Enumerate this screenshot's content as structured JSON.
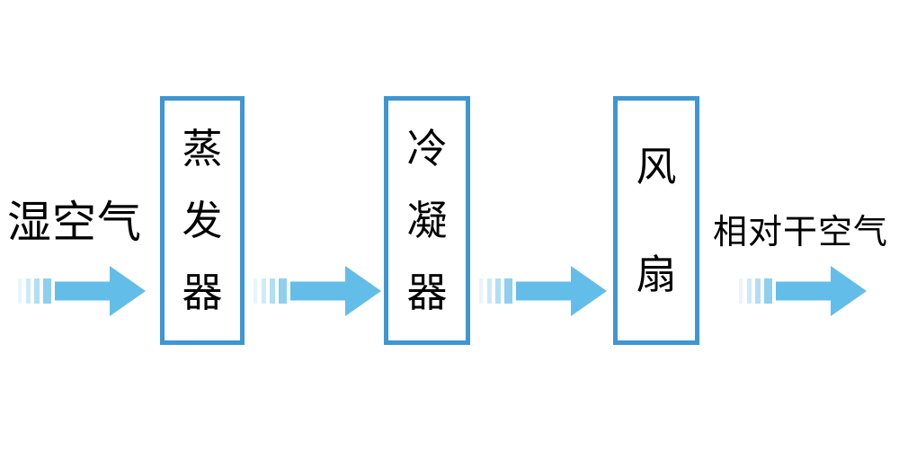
{
  "diagram": {
    "title_semantic": "air-dehumidification-process-flow",
    "input_label": "湿空气",
    "output_label": "相对干空气",
    "boxes": [
      {
        "id": "evaporator",
        "label": "蒸发器",
        "chars": [
          "蒸",
          "发",
          "器"
        ]
      },
      {
        "id": "condenser",
        "label": "冷凝器",
        "chars": [
          "冷",
          "凝",
          "器"
        ]
      },
      {
        "id": "fan",
        "label": "风扇",
        "chars": [
          "风",
          "扇"
        ]
      }
    ],
    "arrows": [
      {
        "from": "humid-air",
        "to": "evaporator"
      },
      {
        "from": "evaporator",
        "to": "condenser"
      },
      {
        "from": "condenser",
        "to": "fan"
      },
      {
        "from": "fan",
        "to": "dry-air"
      }
    ],
    "colors": {
      "box_border": "#3E96D2",
      "arrow_fill": "#63BDE9",
      "text": "#000000",
      "background": "#FFFFFF"
    }
  }
}
